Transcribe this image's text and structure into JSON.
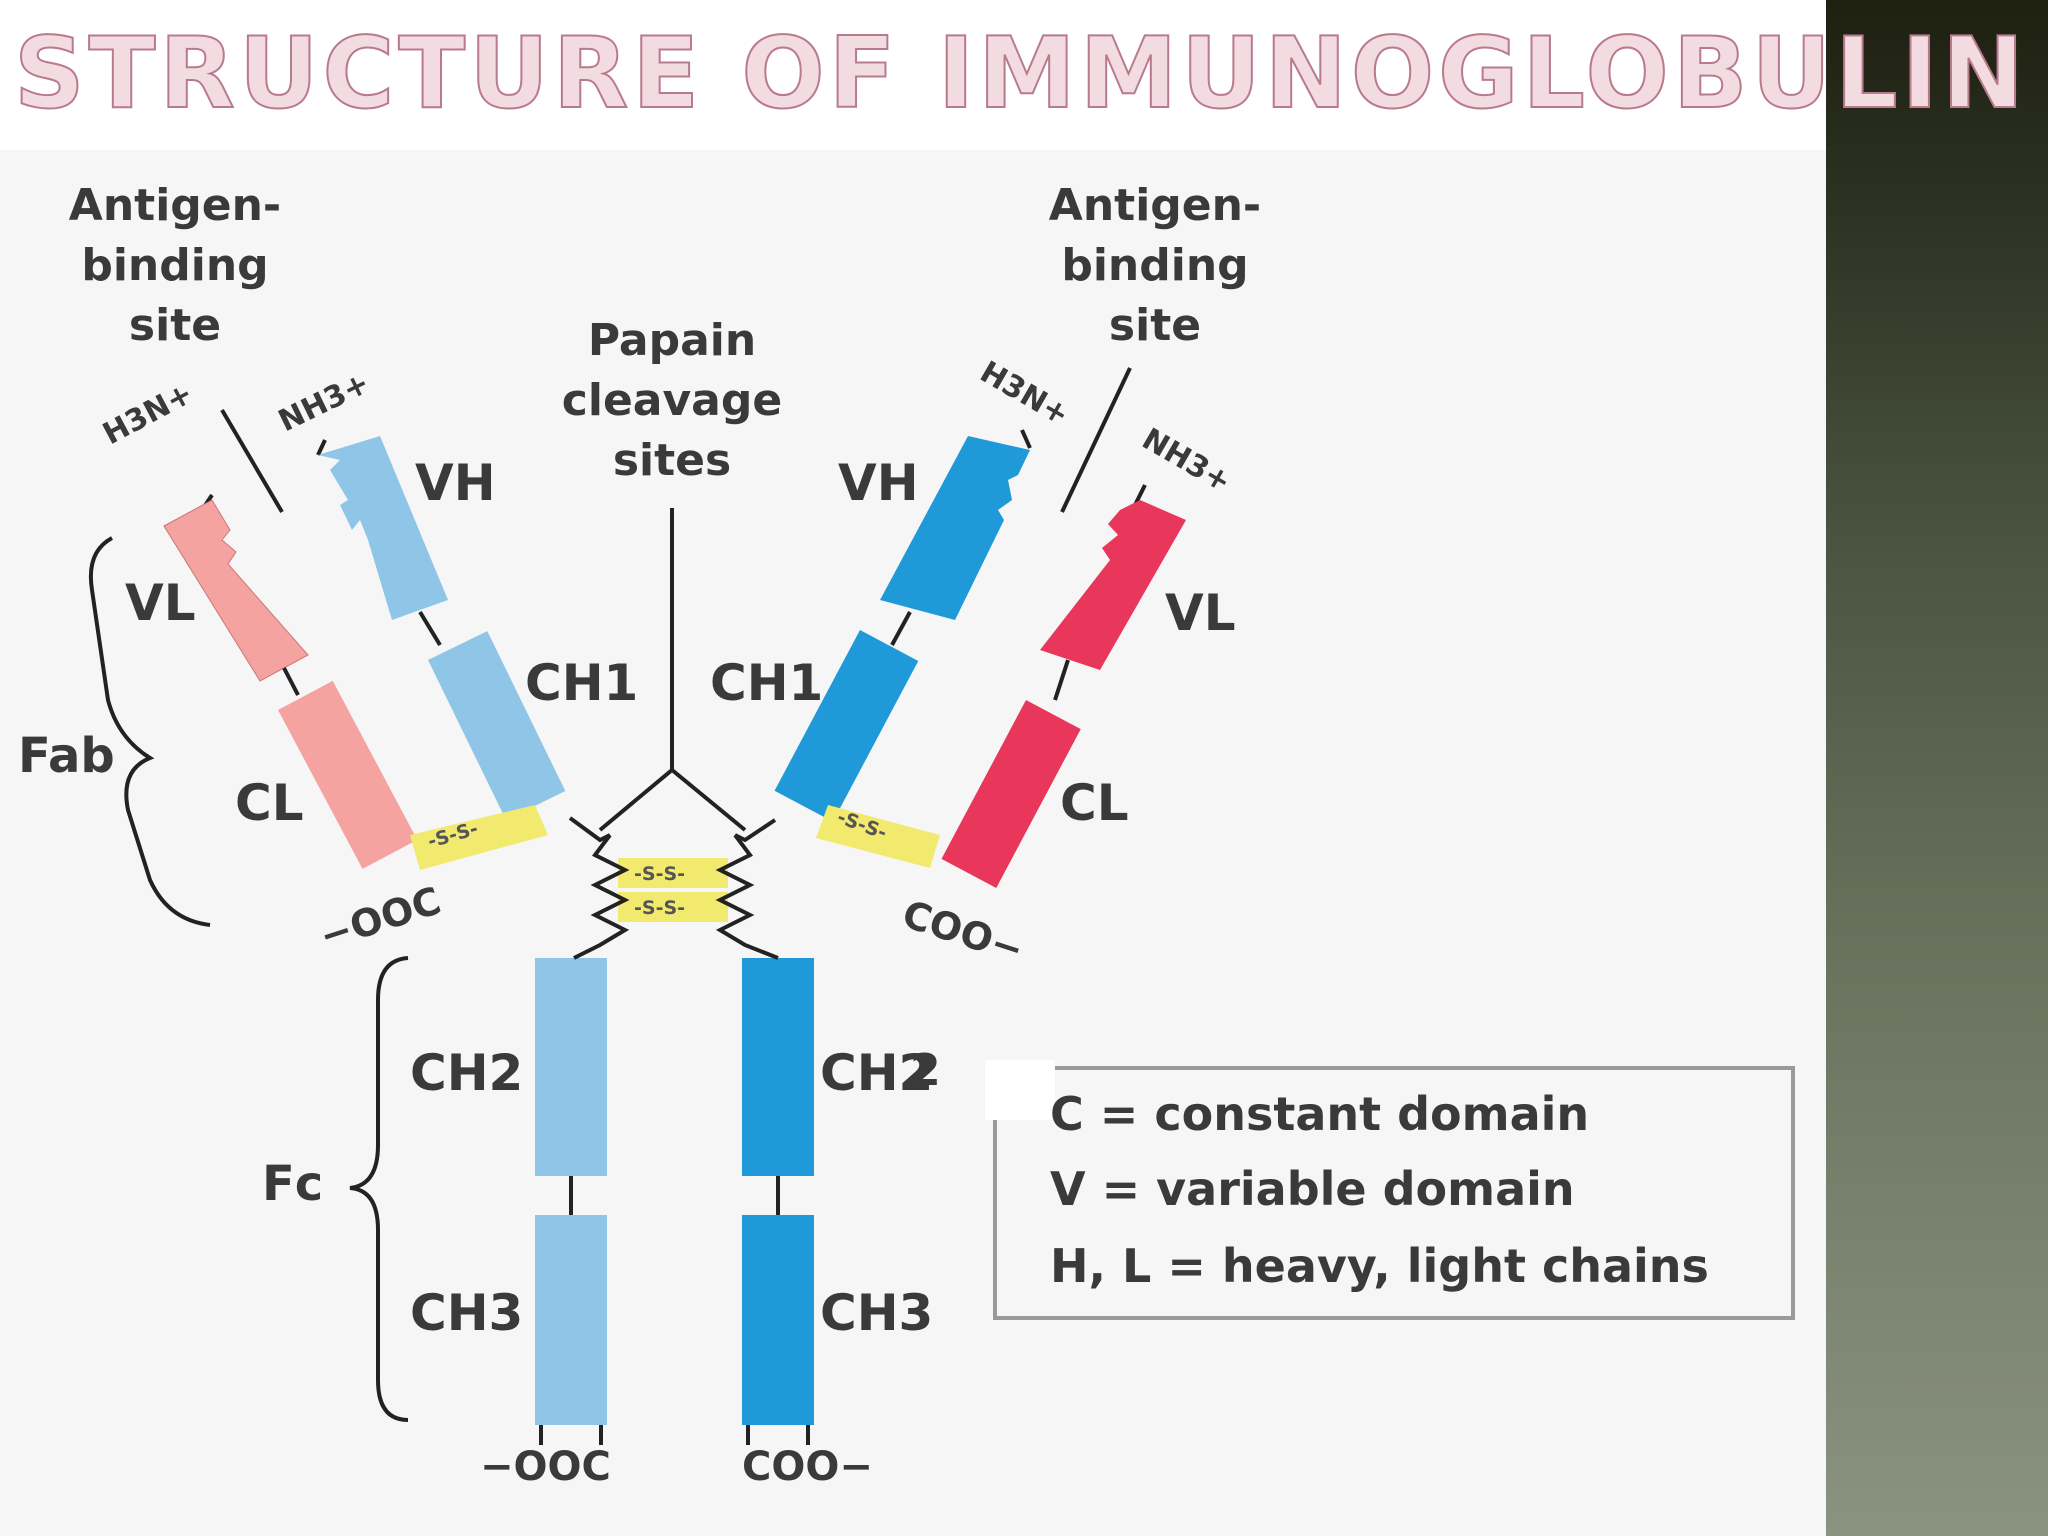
{
  "title": "STRUCTURE OF IMMUNOGLOBULIN",
  "labels": {
    "antigen_site_left": [
      "Antigen-",
      "binding",
      "site"
    ],
    "antigen_site_right": [
      "Antigen-",
      "binding",
      "site"
    ],
    "papain": [
      "Papain",
      "cleavage",
      "sites"
    ],
    "fab": "Fab",
    "fc": "Fc",
    "vh_left": "VH",
    "vh_right": "VH",
    "vl_left": "VL",
    "vl_right": "VL",
    "cl_left": "CL",
    "cl_right": "CL",
    "ch1_left": "CH1",
    "ch1_right": "CH1",
    "ch2_left": "CH2",
    "ch2_right": "CH2",
    "ch3_left": "CH3",
    "ch3_right": "CH3",
    "h3n_left": "H3N+",
    "nh3_left": "NH3+",
    "h3n_right": "H3N+",
    "nh3_right": "NH3+",
    "ooc_left_arm": "−OOC",
    "coo_right_arm": "COO−",
    "ooc_bottom": "−OOC",
    "coo_bottom": "COO−",
    "disulfide": "-S-S-",
    "patch_digit": "2"
  },
  "legend": [
    "C = constant domain",
    "V = variable domain",
    "H, L = heavy, light chains"
  ],
  "colors": {
    "light_chain_left": "#f4a3a1",
    "heavy_chain_left": "#8fc6e8",
    "heavy_chain_right": "#1f99d8",
    "light_chain_right": "#e8375a",
    "disulfide_highlight": "#f1ea6e",
    "title_fill": "#f3dbe2",
    "title_stroke": "#b97a8e"
  }
}
